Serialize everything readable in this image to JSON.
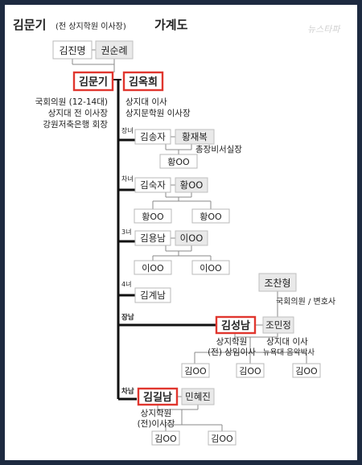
{
  "title": {
    "name": "김문기",
    "sub": "(전 상지학원 이사장)",
    "tail": "가계도"
  },
  "watermark": "뉴스타파",
  "parents": {
    "grandfather": "김진명",
    "grandmother": "권순례",
    "father": "김문기",
    "mother": "김옥희",
    "father_info": [
      "국회의원 (12-14대)",
      "상지대 전 이사장",
      "강원저축은행 회장"
    ],
    "mother_info": [
      "상지대 이사",
      "상지문학원 이사장"
    ]
  },
  "children": [
    {
      "rank": "장녀",
      "name": "김송자",
      "spouse": "황재복",
      "spouse_info": "총장비서실장",
      "kids": [
        "황OO"
      ]
    },
    {
      "rank": "차녀",
      "name": "김숙자",
      "spouse": "황OO",
      "kids": [
        "황OO",
        "황OO"
      ]
    },
    {
      "rank": "3녀",
      "name": "김용남",
      "spouse": "이OO",
      "kids": [
        "이OO",
        "이OO"
      ]
    },
    {
      "rank": "4녀",
      "name": "김계남"
    },
    {
      "rank": "장남",
      "name": "김성남",
      "spouse": "조민정",
      "spouse_father": "조찬형",
      "spouse_father_info": "국회의원 / 변호사",
      "info": [
        "상지학원",
        "(전) 상임이사"
      ],
      "spouse_info": [
        "상지대 이사",
        "뉴욕대 음악박사"
      ],
      "kids": [
        "김OO",
        "김OO",
        "김OO"
      ]
    },
    {
      "rank": "차남",
      "name": "김길남",
      "spouse": "민혜진",
      "info": [
        "상지학원",
        "(전)이사장"
      ],
      "kids": [
        "김OO",
        "김OO"
      ]
    }
  ]
}
